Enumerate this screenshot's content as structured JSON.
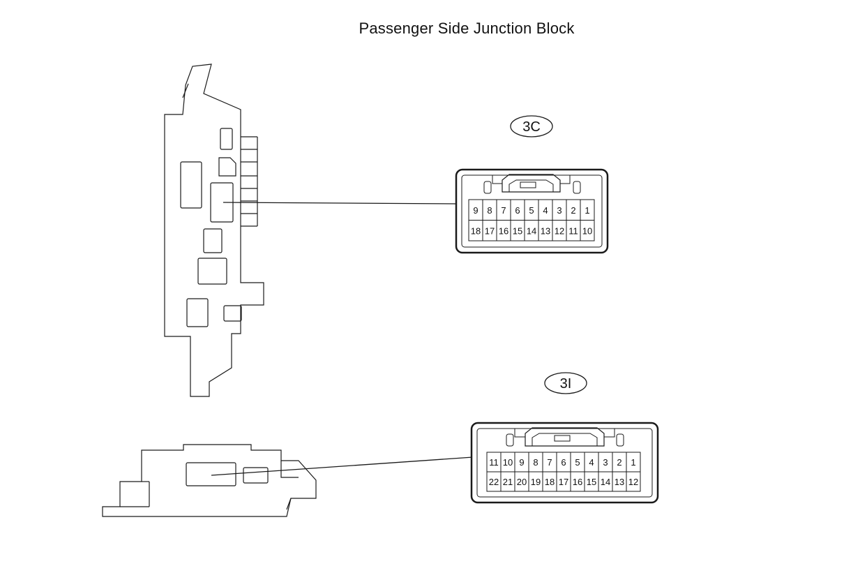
{
  "title": "Passenger Side Junction Block",
  "connectors": [
    {
      "id": "3C",
      "label": "3C",
      "rows": [
        [
          "9",
          "8",
          "7",
          "6",
          "5",
          "4",
          "3",
          "2",
          "1"
        ],
        [
          "18",
          "17",
          "16",
          "15",
          "14",
          "13",
          "12",
          "11",
          "10"
        ]
      ]
    },
    {
      "id": "3I",
      "label": "3I",
      "rows": [
        [
          "11",
          "10",
          "9",
          "8",
          "7",
          "6",
          "5",
          "4",
          "3",
          "2",
          "1"
        ],
        [
          "22",
          "21",
          "20",
          "19",
          "18",
          "17",
          "16",
          "15",
          "14",
          "13",
          "12"
        ]
      ]
    }
  ],
  "colors": {
    "line": "#1a1a1a",
    "background": "#ffffff"
  }
}
